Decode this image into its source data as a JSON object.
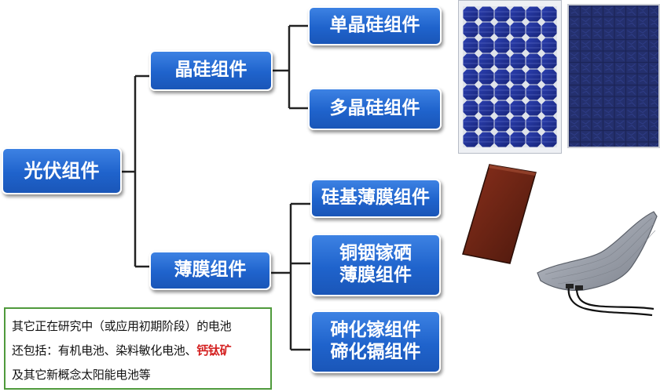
{
  "root": {
    "label": "光伏组件"
  },
  "crystalline": {
    "label": "晶硅组件",
    "children": [
      {
        "label": "单晶硅组件"
      },
      {
        "label": "多晶硅组件"
      }
    ]
  },
  "thin_film": {
    "label": "薄膜组件",
    "children": [
      {
        "lines": [
          "硅基薄膜组件"
        ]
      },
      {
        "lines": [
          "铜铟镓硒",
          "薄膜组件"
        ]
      },
      {
        "lines": [
          "砷化镓组件",
          "碲化镉组件"
        ]
      }
    ]
  },
  "note": {
    "line1": "其它正在研究中（或应用初期阶段）的电池",
    "line2_prefix": "还包括：有机电池、染料敏化电池、",
    "line2_highlight": "钙钛矿",
    "line3": "及其它新概念太阳能电池等"
  },
  "colors": {
    "node_blue": "#1f63cc",
    "connector": "#222222",
    "note_border": "#4f9a3c",
    "highlight_red": "#d42020"
  }
}
